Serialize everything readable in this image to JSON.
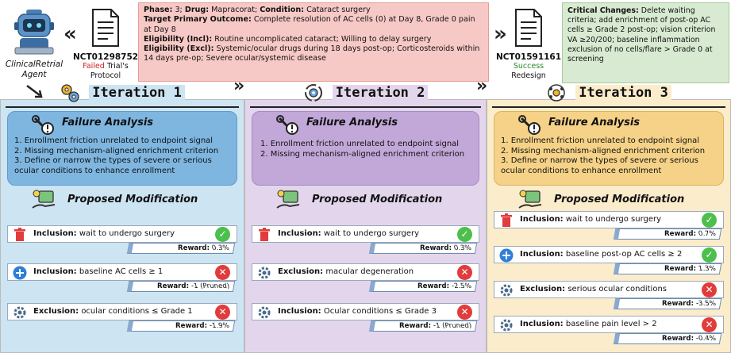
{
  "agent": {
    "label_line1": "ClinicalRetrial",
    "label_line2": "Agent"
  },
  "failed_trial": {
    "nct": "NCT01298752",
    "status": "Failed",
    "line2": "Trial's",
    "line3": "Protocol"
  },
  "trial_info": {
    "phase_label": "Phase:",
    "phase_value": "3;",
    "drug_label": "Drug:",
    "drug_value": "Mapracorat;",
    "condition_label": "Condition:",
    "condition_value": "Cataract surgery",
    "outcome_label": "Target Primary Outcome:",
    "outcome_value": "Complete resolution of AC cells (0) at Day 8, Grade 0 pain at Day 8",
    "incl_label": "Eligibility (Incl):",
    "incl_value": "Routine uncomplicated cataract; Willing to delay surgery",
    "excl_label": "Eligibility (Excl):",
    "excl_value": "Systemic/ocular drugs during 18 days post-op; Corticosteroids within 14 days pre-op; Severe ocular/systemic disease"
  },
  "success_trial": {
    "nct": "NCT01591161",
    "status": "Success",
    "line3": "Redesign"
  },
  "critical": {
    "label": "Critical Changes:",
    "value": "Delete waiting criteria; add enrichment of post-op AC cells ≥ Grade 2 post-op; vision criterion VA ≥20/200; baseline inflammation exclusion of no cells/flare > Grade 0 at screening"
  },
  "iterations": [
    {
      "title": "Iteration 1",
      "fa_title": "Failure Analysis",
      "fa_items": [
        "1. Enrollment friction unrelated to endpoint signal",
        "2. Missing mechanism-aligned enrichment criterion",
        "3. Define or narrow the types of severe or serious",
        "ocular conditions to enhance enrollment"
      ],
      "pm_title": "Proposed Modification",
      "mods": [
        {
          "kind": "Inclusion:",
          "text": "wait to undergo surgery",
          "reward_label": "Reward:",
          "reward": "0.3%",
          "ok": "✓"
        },
        {
          "kind": "Inclusion:",
          "text": "baseline AC cells ≥ 1",
          "reward_label": "Reward:",
          "reward": "-1 (Pruned)",
          "ok": "✕"
        },
        {
          "kind": "Exclusion:",
          "text": "ocular conditions ≤ Grade 1",
          "reward_label": "Reward:",
          "reward": "-1.9%",
          "ok": "✕"
        }
      ]
    },
    {
      "title": "Iteration 2",
      "fa_title": "Failure Analysis",
      "fa_items": [
        "1. Enrollment friction unrelated to endpoint signal",
        "2. Missing mechanism-aligned enrichment criterion"
      ],
      "pm_title": "Proposed Modification",
      "mods": [
        {
          "kind": "Inclusion:",
          "text": "wait to undergo surgery",
          "reward_label": "Reward:",
          "reward": "0.3%",
          "ok": "✓"
        },
        {
          "kind": "Exclusion:",
          "text": "macular degeneration",
          "reward_label": "Reward:",
          "reward": "-2.5%",
          "ok": "✕"
        },
        {
          "kind": "Inclusion:",
          "text": "Ocular conditions ≤ Grade 3",
          "reward_label": "Reward:",
          "reward": "-1 (Pruned)",
          "ok": "✕"
        }
      ]
    },
    {
      "title": "Iteration 3",
      "fa_title": "Failure Analysis",
      "fa_items": [
        "1. Enrollment friction unrelated to endpoint signal",
        "2. Missing mechanism-aligned enrichment criterion",
        "3. Define or narrow the types of severe or serious",
        "ocular conditions to enhance enrollment"
      ],
      "pm_title": "Proposed Modification",
      "mods": [
        {
          "kind": "Inclusion:",
          "text": "wait to undergo surgery",
          "reward_label": "Reward:",
          "reward": "0.7%",
          "ok": "✓"
        },
        {
          "kind": "Inclusion:",
          "text": "baseline post-op AC cells ≥ 2",
          "reward_label": "Reward:",
          "reward": "1.3%",
          "ok": "✓"
        },
        {
          "kind": "Exclusion:",
          "text": "serious ocular conditions",
          "reward_label": "Reward:",
          "reward": "-3.5%",
          "ok": "✕"
        },
        {
          "kind": "Inclusion:",
          "text": "baseline pain level > 2",
          "reward_label": "Reward:",
          "reward": "-0.4%",
          "ok": "✕"
        }
      ]
    }
  ],
  "chevrons": "»",
  "colors": {
    "col1": "#cde4f3",
    "col2": "#e3d6ec",
    "col3": "#fbeccb",
    "ok": "#4cbf4c",
    "bad": "#e23b3b",
    "trash": "#e23b3b",
    "plus": "#2f7fd8",
    "gear": "#4a6a8a"
  }
}
